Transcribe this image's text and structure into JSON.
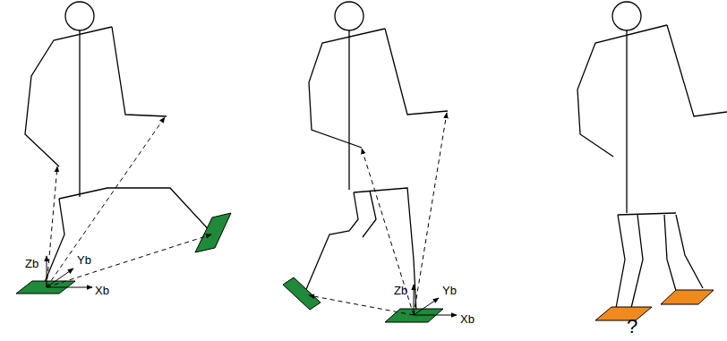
{
  "diagram": {
    "labels": [
      "Zb",
      "Yb",
      "Xb",
      "Zb",
      "Yb",
      "Xb",
      "?"
    ]
  }
}
